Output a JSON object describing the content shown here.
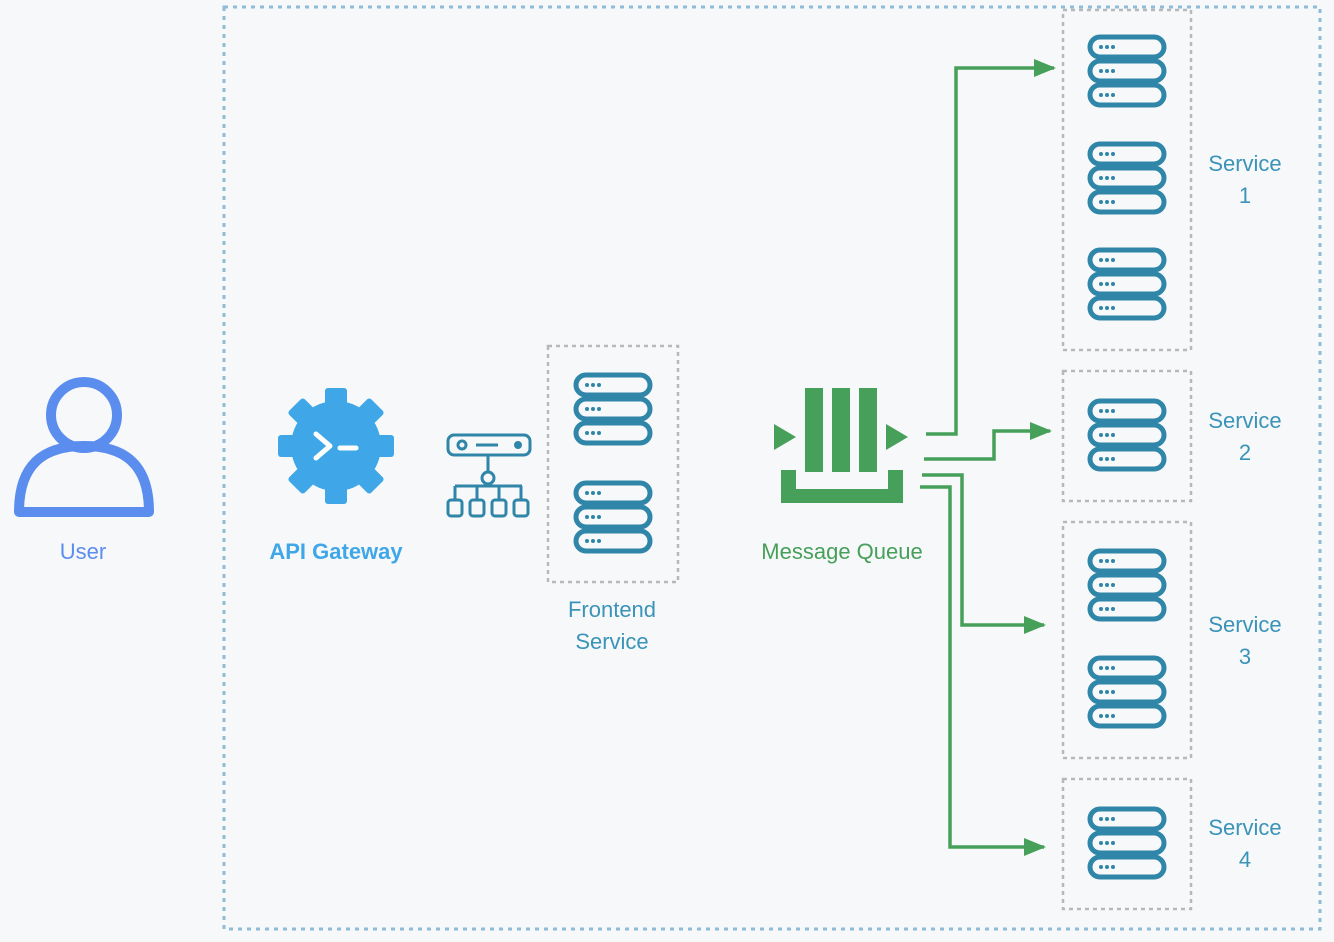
{
  "labels": {
    "user": "User",
    "api_gateway": "API Gateway",
    "frontend_service": "Frontend\nService",
    "message_queue": "Message Queue",
    "service_1": "Service\n1",
    "service_2": "Service\n2",
    "service_3": "Service\n3",
    "service_4": "Service\n4"
  },
  "colors": {
    "user": "#5b8def",
    "api_gateway": "#3fa7e8",
    "server": "#2f86a8",
    "message_queue": "#46a05a",
    "arrow": "#46a05a",
    "boundary": "#8fbcd6",
    "group": "#b8b8b8"
  },
  "icons": {
    "user": "person-icon",
    "api_gateway": "gear-terminal-icon",
    "load_balancer": "network-hub-icon",
    "server": "server-stack-icon",
    "message_queue": "queue-icon"
  }
}
